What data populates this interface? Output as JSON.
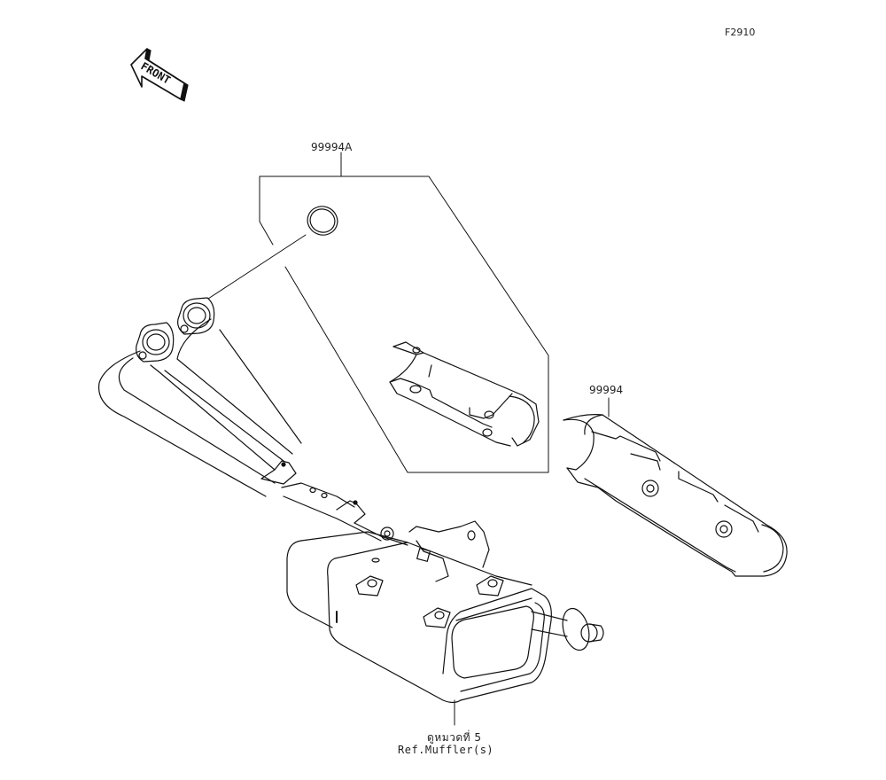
{
  "figure": {
    "code": "F2910",
    "front_indicator": "FRONT"
  },
  "callouts": [
    {
      "part_number": "99994A"
    },
    {
      "part_number": "99994"
    }
  ],
  "reference": {
    "thai": "ดูหมวดที่ 5",
    "english": "Ref.Muffler(s)"
  },
  "colors": {
    "line": "#111111",
    "background": "#ffffff"
  }
}
